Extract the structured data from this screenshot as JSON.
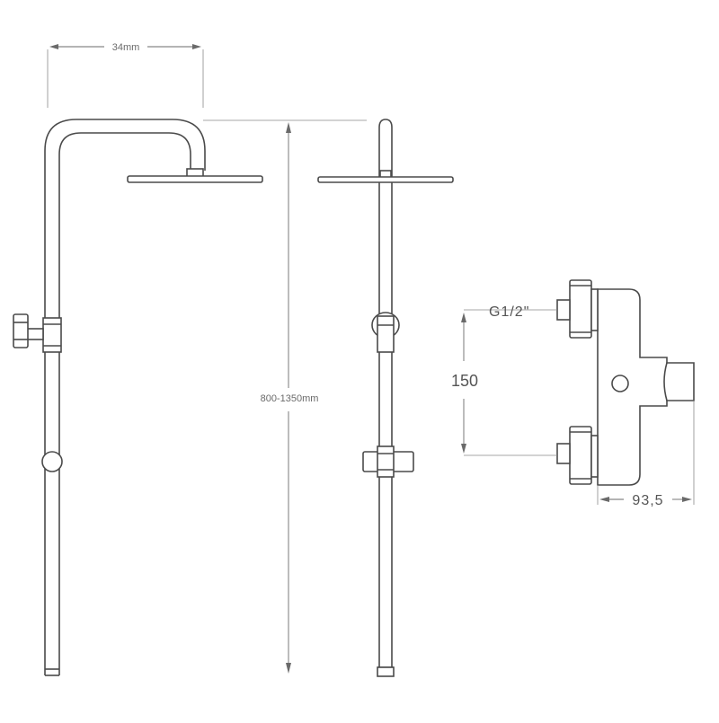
{
  "dimensions": {
    "head_arm": "34mm",
    "column_height": "800-1350mm",
    "inlet_thread": "G1/2\"",
    "inlet_centers": "150",
    "mixer_depth": "93,5"
  },
  "colors": {
    "line": "#4a4a4a",
    "dimension": "#6a6a6a",
    "background": "#ffffff"
  }
}
